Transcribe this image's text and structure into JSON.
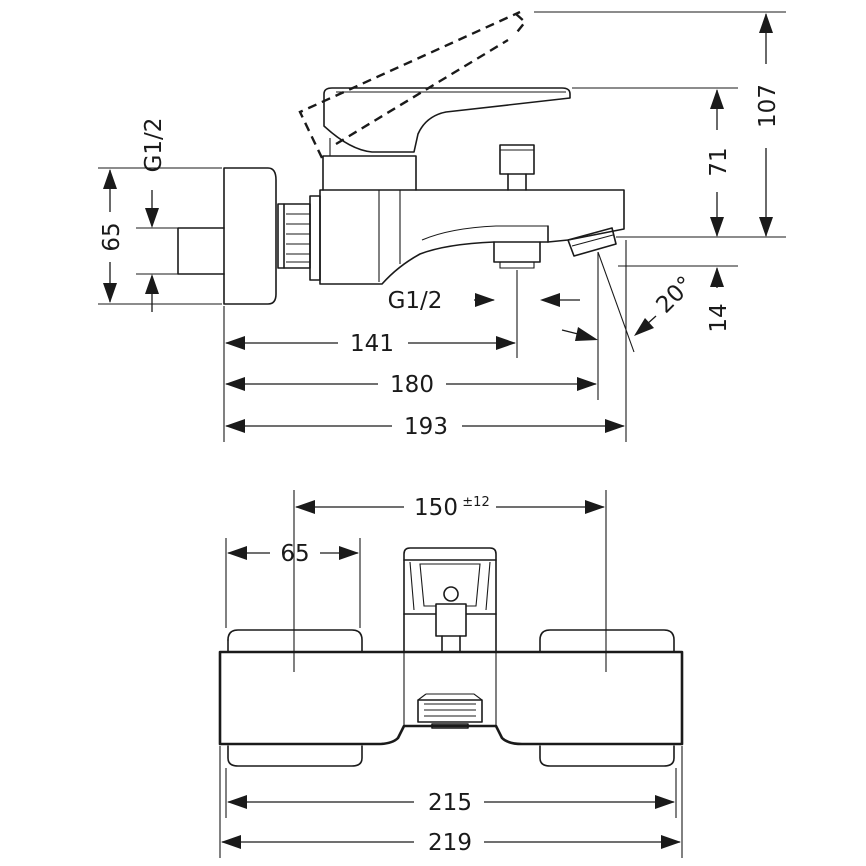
{
  "side_view": {
    "dims": {
      "thread_in": "G1/2",
      "height_65": "65",
      "thread_out": "G1/2",
      "len_141": "141",
      "len_180": "180",
      "len_193": "193",
      "h_71": "71",
      "h_107": "107",
      "h_14": "14",
      "angle": "20°"
    }
  },
  "top_view": {
    "dims": {
      "centers": "150",
      "centers_tol": "±12",
      "width_65": "65",
      "width_215": "215",
      "width_219": "219"
    }
  }
}
